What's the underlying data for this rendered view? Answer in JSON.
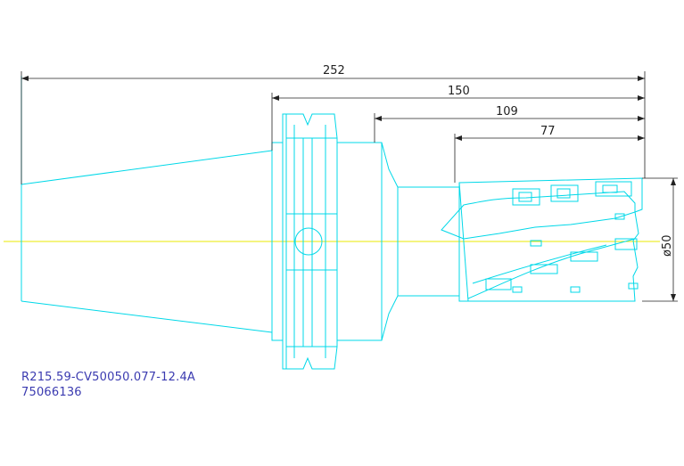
{
  "dimensions": {
    "overall_length": "252",
    "length_from_flange": "150",
    "length_from_shoulder": "109",
    "cutter_length": "77",
    "cutter_diameter": "ø50"
  },
  "part": {
    "code": "R215.59-CV50050.077-12.4A",
    "number": "75066136"
  },
  "colors": {
    "outline": "#00d8e8",
    "dimension": "#222222",
    "centerline": "#e8e800",
    "label": "#3a3ab0"
  }
}
